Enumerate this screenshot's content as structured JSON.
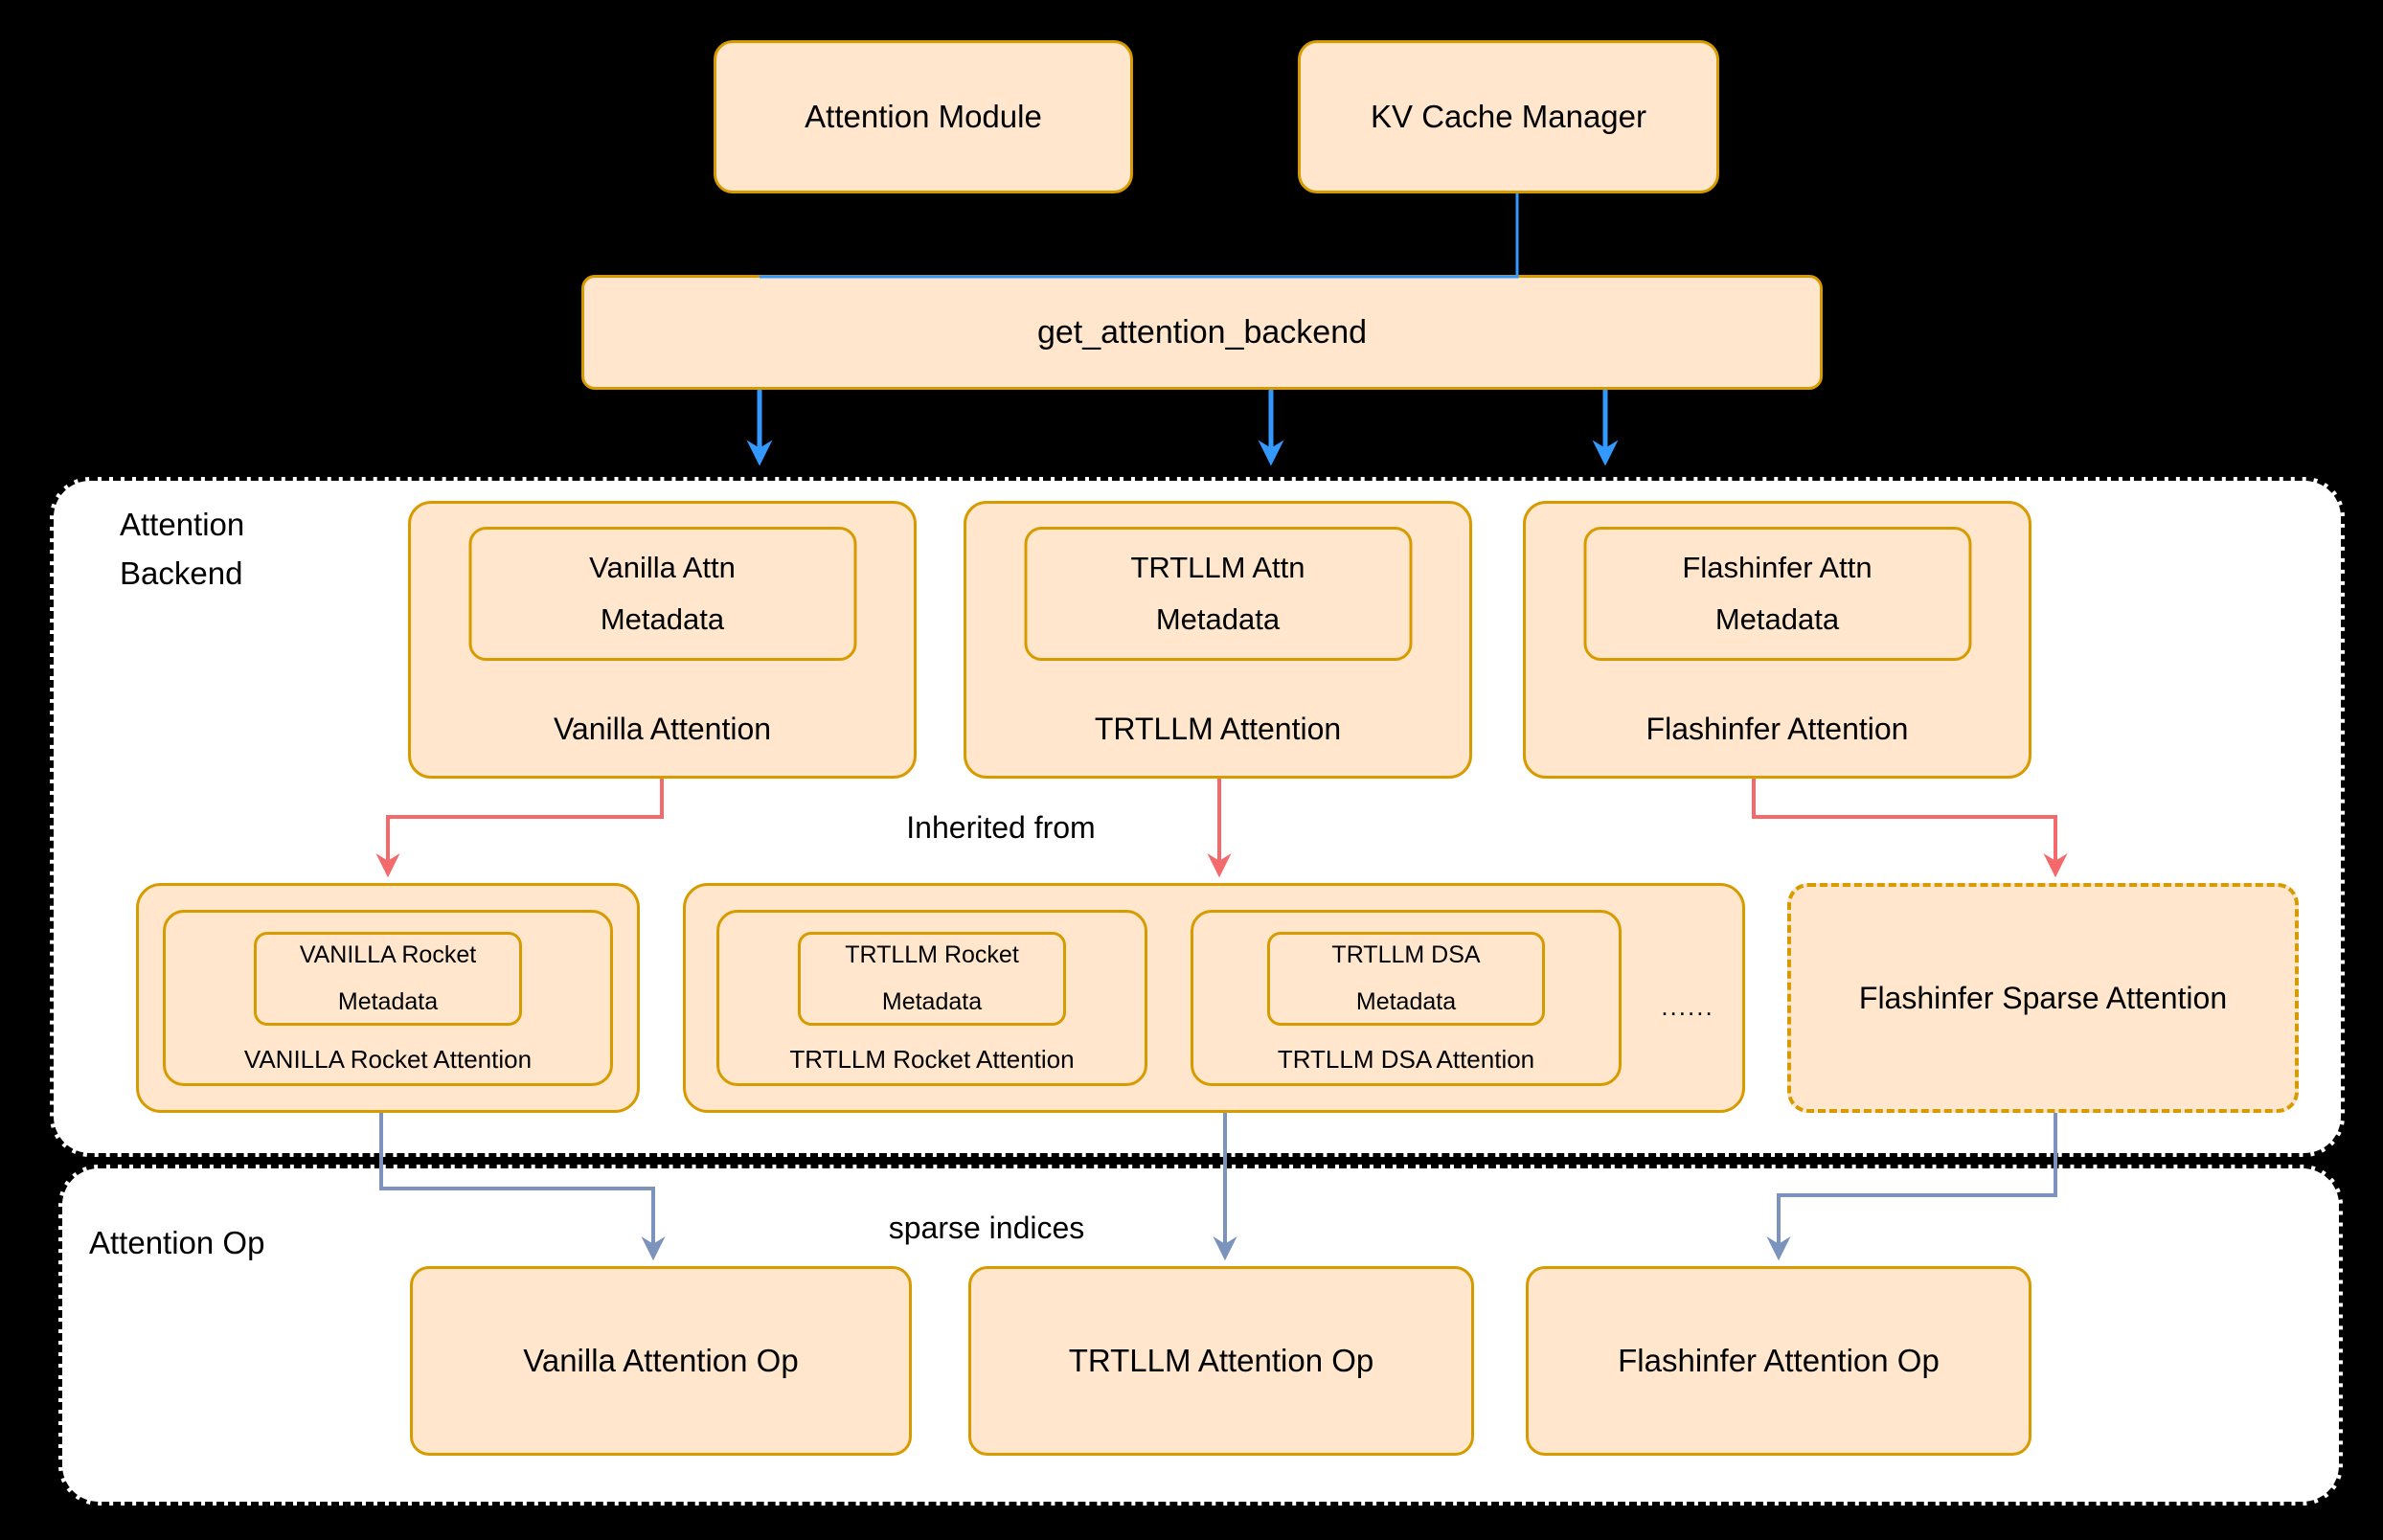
{
  "colors": {
    "background": "#000000",
    "box_fill": "#FFE6CC",
    "box_border": "#D79B00",
    "container_fill": "#FFFFFF",
    "container_border": "#000000",
    "blue_arrow": "#3399FF",
    "red_arrow": "#F4696B",
    "slate_arrow": "#7B93BD",
    "text": "#000000"
  },
  "top_row": {
    "attention_module": "Attention Module",
    "kv_cache_manager": "KV Cache Manager"
  },
  "get_backend": {
    "label": "get_attention_backend"
  },
  "backend_section": {
    "label_line1": "Attention",
    "label_line2": "Backend",
    "inherited_label": "Inherited from",
    "backends": [
      {
        "metadata_line1": "Vanilla Attn",
        "metadata_line2": "Metadata",
        "name": "Vanilla Attention"
      },
      {
        "metadata_line1": "TRTLLM Attn",
        "metadata_line2": "Metadata",
        "name": "TRTLLM Attention"
      },
      {
        "metadata_line1": "Flashinfer Attn",
        "metadata_line2": "Metadata",
        "name": "Flashinfer Attention"
      }
    ],
    "derived": {
      "vanilla_rocket": {
        "metadata_line1": "VANILLA Rocket",
        "metadata_line2": "Metadata",
        "name": "VANILLA Rocket Attention"
      },
      "trtllm_rocket": {
        "metadata_line1": "TRTLLM Rocket",
        "metadata_line2": "Metadata",
        "name": "TRTLLM Rocket Attention"
      },
      "trtllm_dsa": {
        "metadata_line1": "TRTLLM DSA",
        "metadata_line2": "Metadata",
        "name": "TRTLLM DSA Attention"
      },
      "ellipsis": "......",
      "flashinfer_sparse": "Flashinfer Sparse Attention"
    }
  },
  "op_section": {
    "label": "Attention Op",
    "sparse_indices_label": "sparse indices",
    "ops": [
      {
        "name": "Vanilla Attention Op"
      },
      {
        "name": "TRTLLM Attention Op"
      },
      {
        "name": "Flashinfer Attention Op"
      }
    ]
  }
}
